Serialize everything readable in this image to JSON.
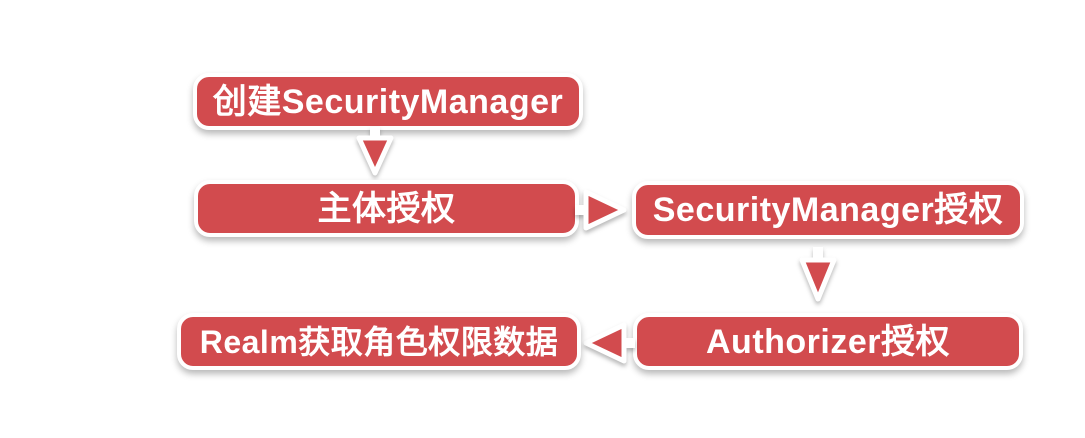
{
  "diagram": {
    "type": "flowchart",
    "colors": {
      "node_fill": "#d24b4e",
      "node_border": "#ffffff",
      "node_text": "#ffffff",
      "background": "#ffffff"
    },
    "nodes": [
      {
        "id": "create-securitymanager",
        "label": "创建SecurityManager"
      },
      {
        "id": "subject-authorization",
        "label": "主体授权"
      },
      {
        "id": "securitymanager-authorization",
        "label": "SecurityManager授权"
      },
      {
        "id": "authorizer-authorization",
        "label": "Authorizer授权"
      },
      {
        "id": "realm-get-role-permission-data",
        "label": "Realm获取角色权限数据"
      }
    ],
    "connections": [
      {
        "from": "create-securitymanager",
        "to": "subject-authorization",
        "direction": "down"
      },
      {
        "from": "subject-authorization",
        "to": "securitymanager-authorization",
        "direction": "right"
      },
      {
        "from": "securitymanager-authorization",
        "to": "authorizer-authorization",
        "direction": "down"
      },
      {
        "from": "authorizer-authorization",
        "to": "realm-get-role-permission-data",
        "direction": "left"
      }
    ]
  }
}
